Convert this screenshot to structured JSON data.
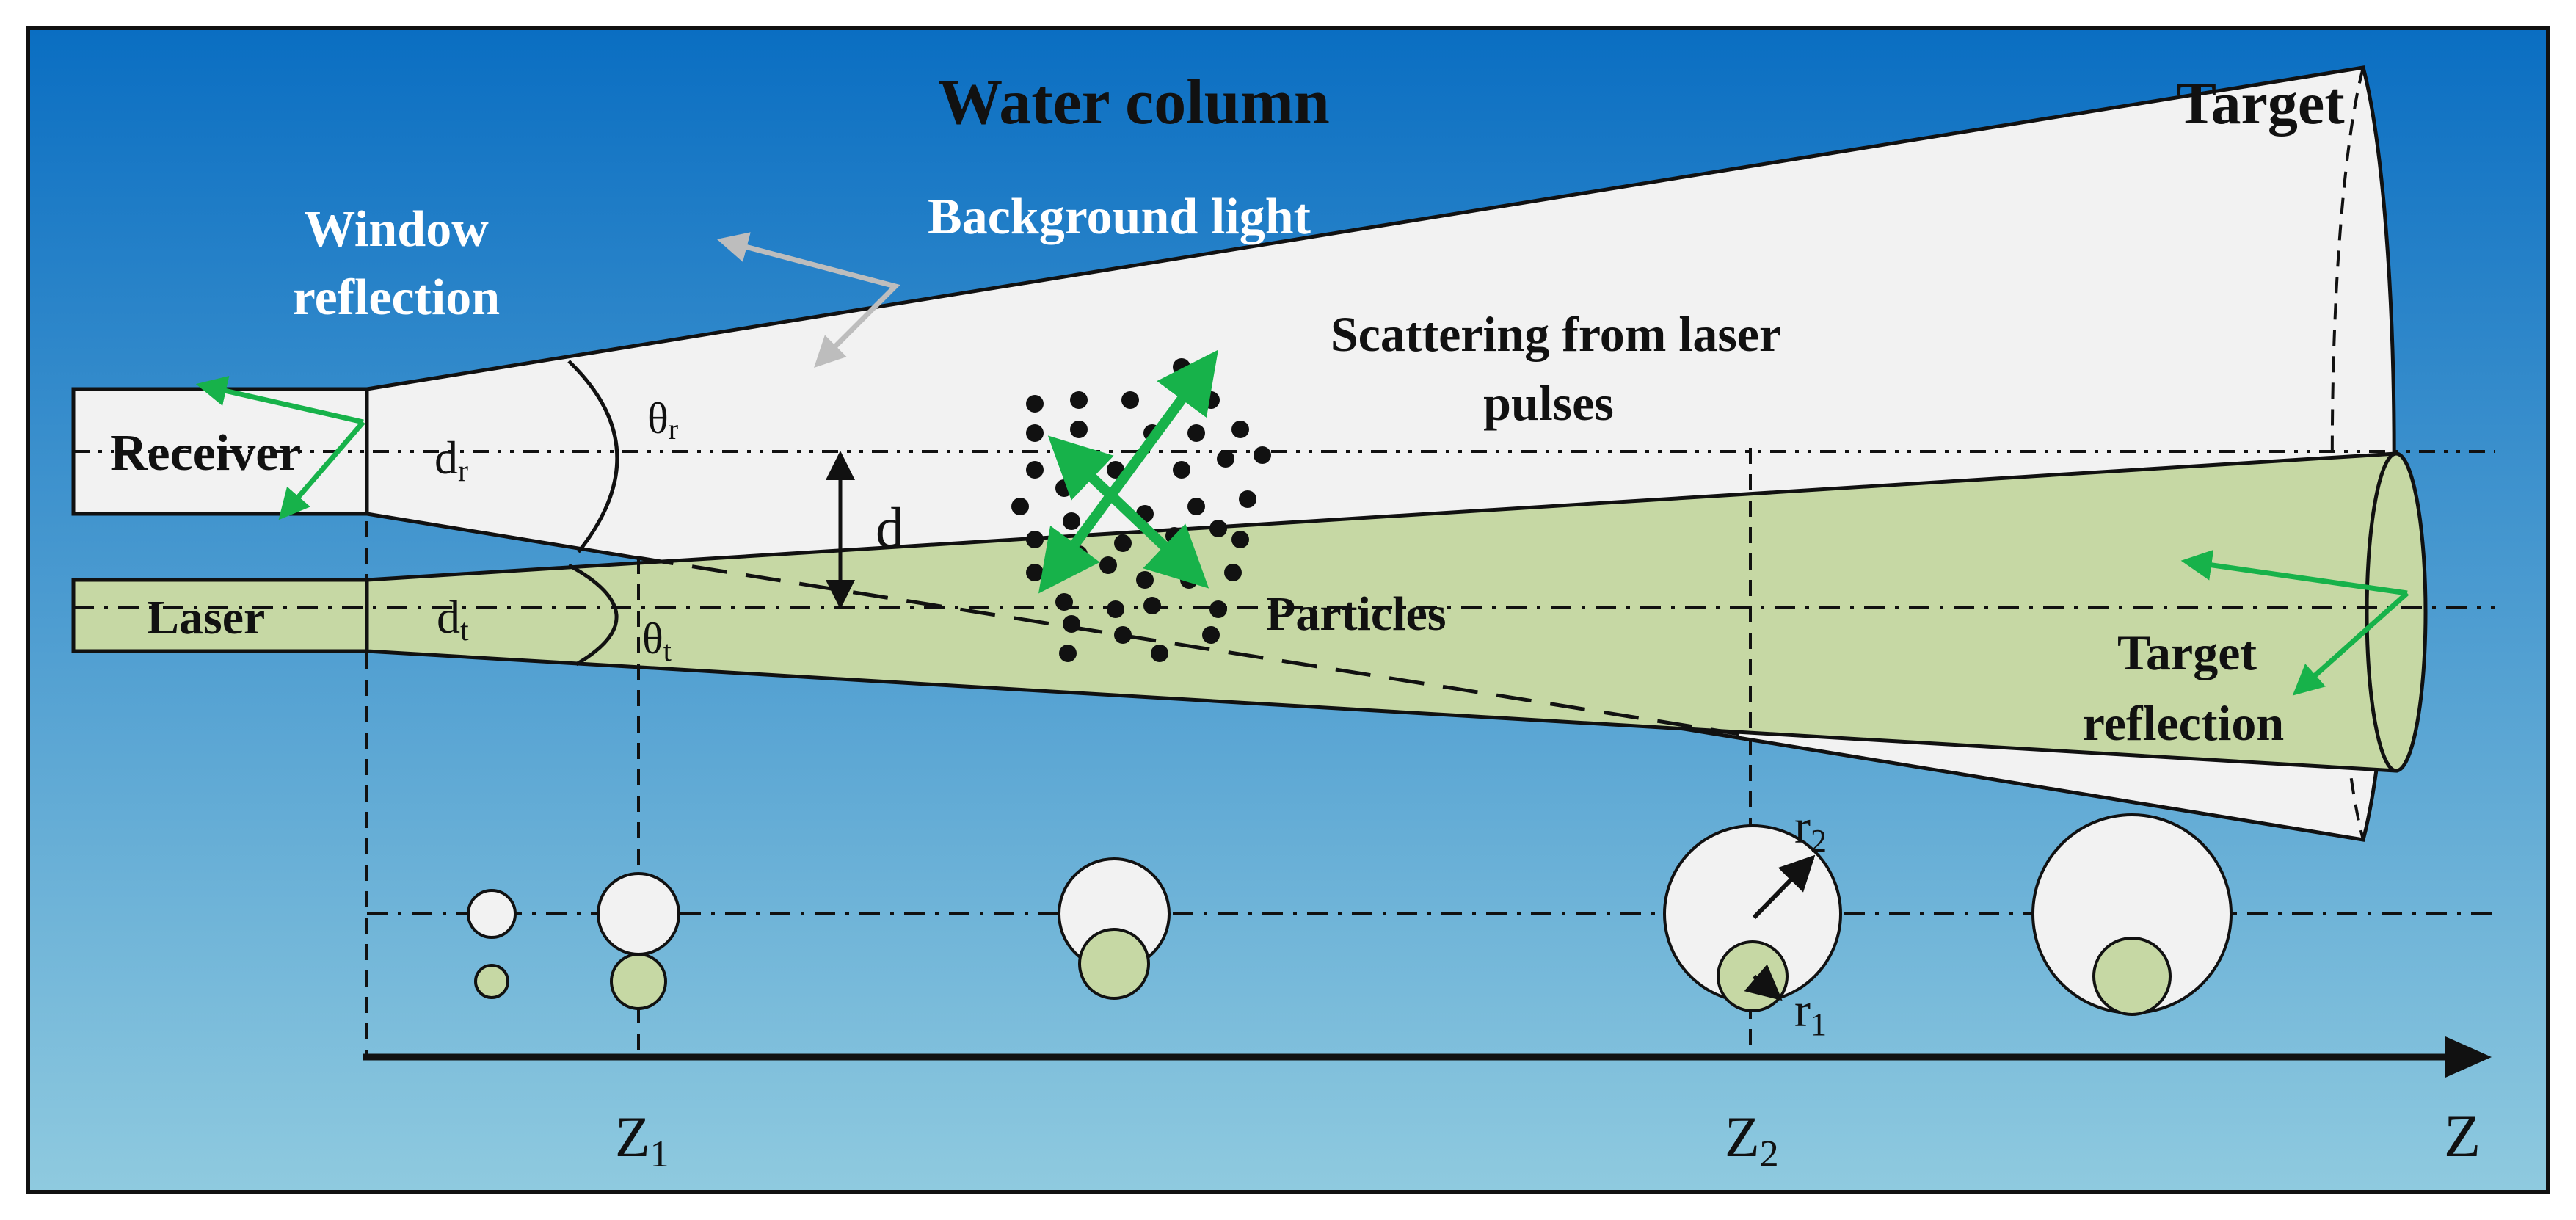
{
  "labels": {
    "water_column": "Water column",
    "target": "Target",
    "window_reflection_line1": "Window",
    "window_reflection_line2": "reflection",
    "background_light": "Background light",
    "scattering_line1": "Scattering from laser",
    "scattering_line2": "pulses",
    "receiver": "Receiver",
    "laser": "Laser",
    "particles": "Particles",
    "target_reflection_line1": "Target",
    "target_reflection_line2": "reflection",
    "theta_r": "θ",
    "theta_r_sub": "r",
    "theta_t": "θ",
    "theta_t_sub": "t",
    "d_r": "d",
    "d_r_sub": "r",
    "d_t": "d",
    "d_t_sub": "t",
    "d": "d",
    "r2": "r",
    "r2_sub": "2",
    "r1": "r",
    "r1_sub": "1",
    "z1": "Z",
    "z1_sub": "1",
    "z2": "Z",
    "z2_sub": "2",
    "z_axis": "Z"
  },
  "colors": {
    "bg_top": "#0a6ec2",
    "bg_bottom": "#8fcadf",
    "cone": "#f2f2f2",
    "laser_fill": "#c6d8a4",
    "arrow_green": "#17b24a",
    "arrow_gray": "#bdbdbd",
    "stroke": "#111111"
  }
}
